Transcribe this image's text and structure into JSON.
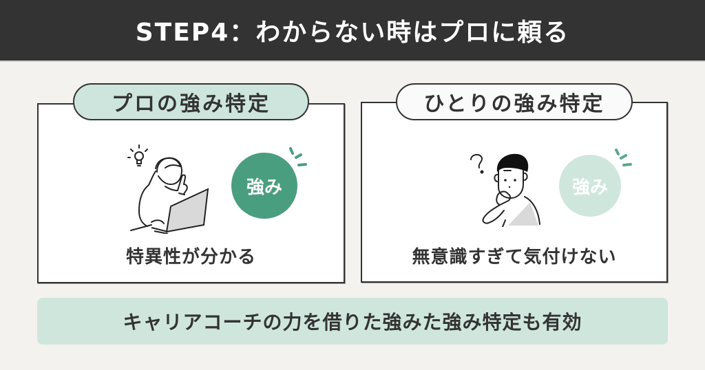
{
  "header": {
    "title": "STEP4：わからない時はプロに頼る"
  },
  "panels": [
    {
      "label": "プロの強み特定",
      "badge": "強み",
      "caption": "特異性が分かる",
      "illustration": "woman-with-laptop-lightbulb-icon",
      "colors": {
        "pill": "#cde5dd",
        "badge": "#4a9e80",
        "sparkle": "#4a9e80"
      }
    },
    {
      "label": "ひとりの強み特定",
      "badge": "強み",
      "caption": "無意識すぎて気付けない",
      "illustration": "man-thinking-question-icon",
      "colors": {
        "pill": "#fafafa",
        "badge": "#cfe6dd",
        "sparkle": "#5aa88c"
      }
    }
  ],
  "banner": {
    "text": "キャリアコーチの力を借りた強みた強み特定も有効"
  },
  "colors": {
    "header_bg": "#333333",
    "page_bg": "#f3f2ee",
    "accent_green": "#4a9e80",
    "mint": "#cfe6dd",
    "text": "#333333"
  }
}
